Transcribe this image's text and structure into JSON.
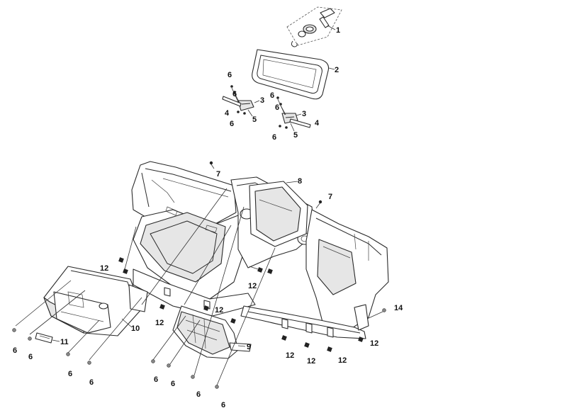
{
  "callouts": [
    {
      "id": "c1",
      "label": "1"
    },
    {
      "id": "c2",
      "label": "2"
    },
    {
      "id": "c3a",
      "label": "3"
    },
    {
      "id": "c3b",
      "label": "3"
    },
    {
      "id": "c4a",
      "label": "4"
    },
    {
      "id": "c4b",
      "label": "4"
    },
    {
      "id": "c5a",
      "label": "5"
    },
    {
      "id": "c5b",
      "label": "5"
    },
    {
      "id": "c6a",
      "label": "6"
    },
    {
      "id": "c6b",
      "label": "6"
    },
    {
      "id": "c6c",
      "label": "6"
    },
    {
      "id": "c6d",
      "label": "6"
    },
    {
      "id": "c6e",
      "label": "6"
    },
    {
      "id": "c6f",
      "label": "6"
    },
    {
      "id": "c6g",
      "label": "6"
    },
    {
      "id": "c6h",
      "label": "6"
    },
    {
      "id": "c6i",
      "label": "6"
    },
    {
      "id": "c6j",
      "label": "6"
    },
    {
      "id": "c6k",
      "label": "6"
    },
    {
      "id": "c6l",
      "label": "6"
    },
    {
      "id": "c6m",
      "label": "6"
    },
    {
      "id": "c6n",
      "label": "6"
    },
    {
      "id": "c7a",
      "label": "7"
    },
    {
      "id": "c7b",
      "label": "7"
    },
    {
      "id": "c8",
      "label": "8"
    },
    {
      "id": "c9",
      "label": "9"
    },
    {
      "id": "c10",
      "label": "10"
    },
    {
      "id": "c11",
      "label": "11"
    },
    {
      "id": "c12a",
      "label": "12"
    },
    {
      "id": "c12b",
      "label": "12"
    },
    {
      "id": "c12c",
      "label": "12"
    },
    {
      "id": "c12d",
      "label": "12"
    },
    {
      "id": "c12e",
      "label": "12"
    },
    {
      "id": "c12f",
      "label": "12"
    },
    {
      "id": "c12g",
      "label": "12"
    },
    {
      "id": "c12h",
      "label": "12"
    },
    {
      "id": "c14",
      "label": "14"
    }
  ]
}
